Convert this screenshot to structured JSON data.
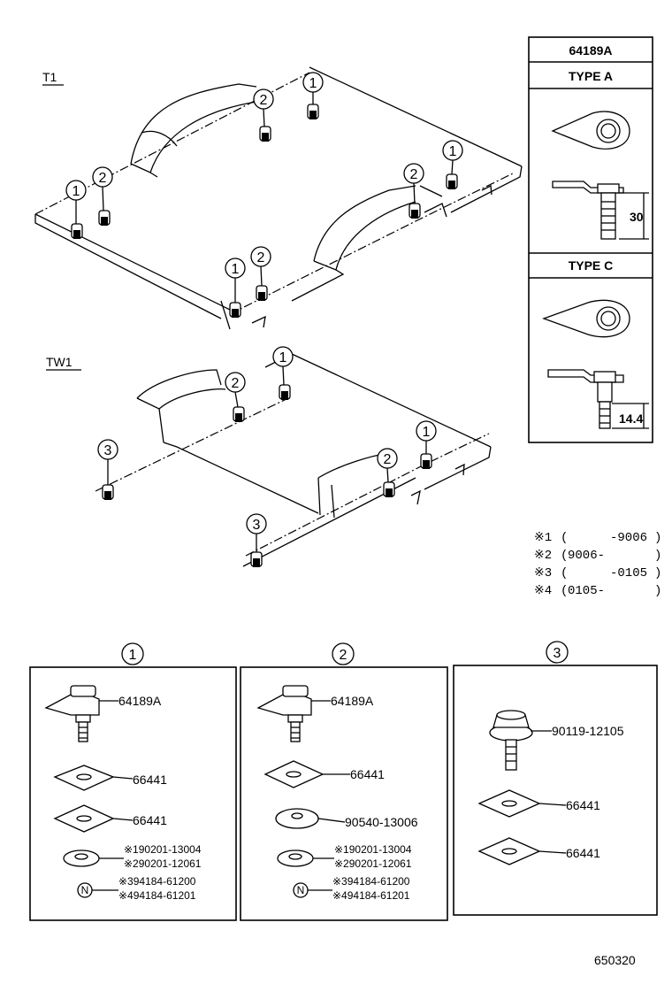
{
  "views": {
    "t1_label": "T1",
    "tw1_label": "TW1"
  },
  "callouts": {
    "one": "1",
    "two": "2",
    "three": "3"
  },
  "type_box": {
    "part_no": "64189A",
    "type_a_label": "TYPE A",
    "type_a_dim": "30",
    "type_c_label": "TYPE C",
    "type_c_dim": "14.4"
  },
  "notes": [
    {
      "mark": "※1",
      "open": "(",
      "from": "",
      "to": "-9006",
      "close": ")"
    },
    {
      "mark": "※2",
      "open": "(",
      "from": "9006-",
      "to": "",
      "close": ")"
    },
    {
      "mark": "※3",
      "open": "(",
      "from": "",
      "to": "-0105",
      "close": ")"
    },
    {
      "mark": "※4",
      "open": "(",
      "from": "0105-",
      "to": "",
      "close": ")"
    }
  ],
  "kits": [
    {
      "title": "1",
      "parts": [
        "64189A",
        "66441",
        "66441"
      ],
      "washer_refs": [
        "※190201-13004",
        "※290201-12061"
      ],
      "n_mark": "N",
      "n_refs": [
        "※394184-61200",
        "※494184-61201"
      ]
    },
    {
      "title": "2",
      "parts": [
        "64189A",
        "66441",
        "90540-13006"
      ],
      "washer_refs": [
        "※190201-13004",
        "※290201-12061"
      ],
      "n_mark": "N",
      "n_refs": [
        "※394184-61200",
        "※494184-61201"
      ]
    },
    {
      "title": "3",
      "parts": [
        "90119-12105",
        "66441",
        "66441"
      ]
    }
  ],
  "diagram_id": "650320"
}
